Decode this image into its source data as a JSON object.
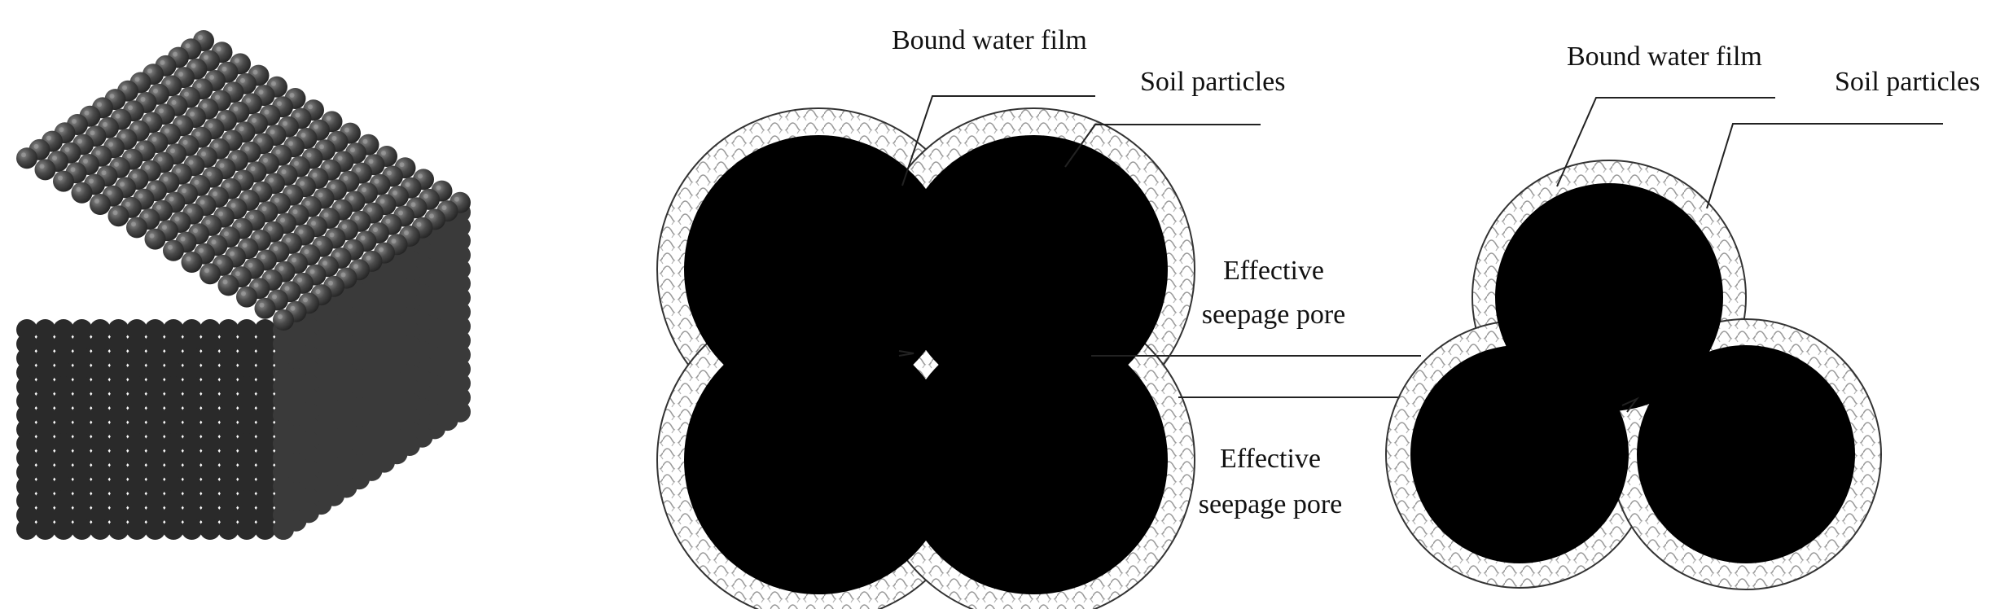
{
  "labels": {
    "square_bound_water_film": "Bound water film",
    "square_soil_particles": "Soil particles",
    "square_effective_pore_line1": "Effective",
    "square_effective_pore_line2": "seepage pore",
    "tri_effective_pore_line1": "Effective",
    "tri_effective_pore_line2": "seepage pore",
    "tri_bound_water_film": "Bound water film",
    "tri_soil_particles": "Soil particles"
  },
  "colors": {
    "particle": "#000000",
    "film_outline": "#333333",
    "film_fill": "#ffffff",
    "hatch": "#9a9a9a",
    "leader": "#222222",
    "sphere_dark": "#262626",
    "sphere_mid": "#4a4a4a",
    "sphere_light": "#8a8a8a"
  },
  "panels": {
    "cube": {
      "description_visible": false,
      "packing": "cubic"
    },
    "square": {
      "particle_count": 4,
      "packing": "square"
    },
    "triangle": {
      "particle_count": 3,
      "packing": "triangular"
    }
  }
}
